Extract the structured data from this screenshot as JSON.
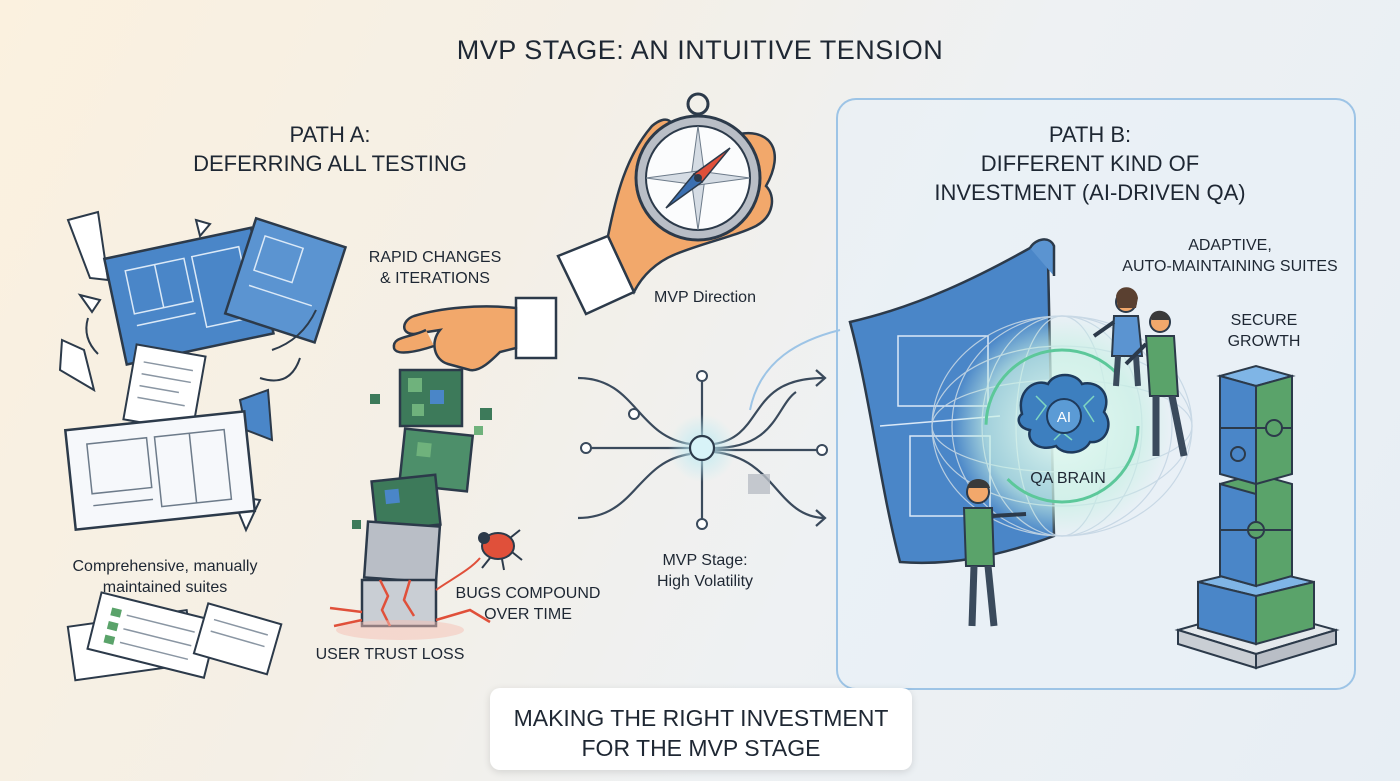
{
  "title": "MVP STAGE: AN INTUITIVE TENSION",
  "path_a": {
    "heading_line1": "PATH A:",
    "heading_line2": "DEFERRING ALL TESTING",
    "rapid_changes_line1": "RAPID CHANGES",
    "rapid_changes_line2": "& ITERATIONS",
    "suites_line1": "Comprehensive, manually",
    "suites_line2": "maintained suites",
    "bugs_line1": "BUGS COMPOUND",
    "bugs_line2": "OVER TIME",
    "trust_loss": "USER TRUST LOSS"
  },
  "center": {
    "direction": "MVP Direction",
    "stage_line1": "MVP Stage:",
    "stage_line2": "High Volatility"
  },
  "path_b": {
    "heading_line1": "PATH B:",
    "heading_line2": "DIFFERENT KIND OF",
    "heading_line3": "INVESTMENT (AI-DRIVEN QA)",
    "adaptive_line1": "ADAPTIVE,",
    "adaptive_line2": "AUTO-MAINTAINING SUITES",
    "secure_line1": "SECURE",
    "secure_line2": "GROWTH",
    "ai_label": "AI",
    "qa_brain": "QA BRAIN"
  },
  "footer": {
    "line1": "MAKING THE RIGHT INVESTMENT",
    "line2": "FOR THE MVP STAGE"
  },
  "colors": {
    "blueprint": "#4a86c8",
    "green": "#5aa36a",
    "skin": "#f2a86b",
    "accent_red": "#e0503a",
    "panel_border": "#9dc4e6"
  }
}
